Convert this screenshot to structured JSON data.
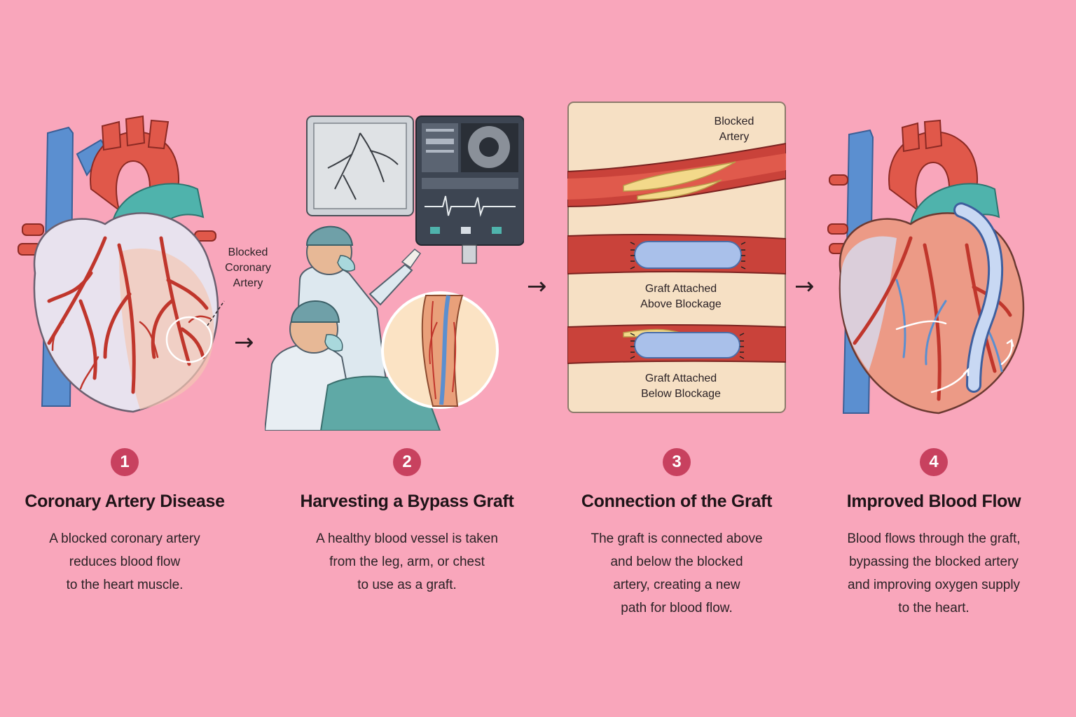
{
  "panel1": {
    "callout": "Blocked\nCoronary\nArtery"
  },
  "panel3": {
    "blocked_label": "Blocked\nArtery",
    "graft_above_label": "Graft Attached\nAbove Blockage",
    "graft_below_label": "Graft Attached\nBelow Blockage"
  },
  "arrows": [
    "→",
    "→",
    "→"
  ],
  "steps": [
    {
      "number": "1",
      "title": "Coronary Artery Disease",
      "description": "A blocked coronary artery\nreduces blood flow\nto the heart muscle."
    },
    {
      "number": "2",
      "title": "Harvesting a Bypass Graft",
      "description": "A healthy blood vessel is taken\nfrom the leg, arm, or chest\nto use as a graft."
    },
    {
      "number": "3",
      "title": "Connection of the Graft",
      "description": "The graft is connected above\nand below the blocked\nartery, creating a new\npath for blood flow."
    },
    {
      "number": "4",
      "title": "Improved Blood Flow",
      "description": "Blood flows through the graft,\nbypassing the blocked artery\nand improving oxygen supply\nto the heart."
    }
  ],
  "colors": {
    "background": "#f9a6bb",
    "badge": "#c8415f",
    "artery_red": "#d9483c",
    "vein_blue": "#5b8fd0",
    "graft_blue": "#a9c0ea",
    "plaque_yellow": "#f3d98a"
  }
}
